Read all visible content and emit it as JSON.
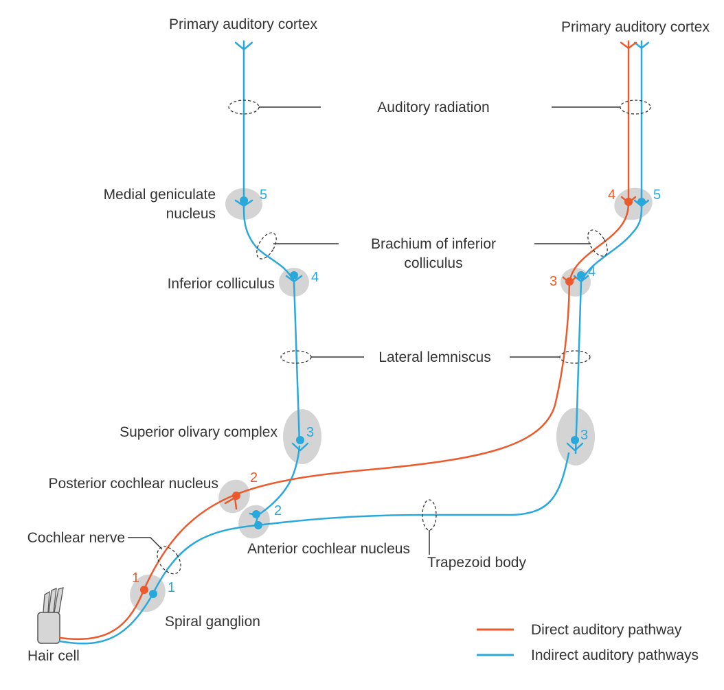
{
  "labels": {
    "cortex_left": "Primary auditory cortex",
    "cortex_right": "Primary auditory cortex",
    "auditory_radiation": "Auditory radiation",
    "medial_geniculate_1": "Medial geniculate",
    "medial_geniculate_2": "nucleus",
    "brachium_1": "Brachium of inferior",
    "brachium_2": "colliculus",
    "inferior_colliculus": "Inferior colliculus",
    "lateral_lemniscus": "Lateral lemniscus",
    "superior_olivary": "Superior olivary complex",
    "posterior_cochlear": "Posterior cochlear nucleus",
    "cochlear_nerve": "Cochlear nerve",
    "anterior_cochlear": "Anterior cochlear nucleus",
    "trapezoid_body": "Trapezoid body",
    "spiral_ganglion": "Spiral ganglion",
    "hair_cell": "Hair cell"
  },
  "numbers": {
    "n1_red": "1",
    "n1_blue": "1",
    "n2_red": "2",
    "n2_blue": "2",
    "n3_left_blue": "3",
    "n3_right_red": "3",
    "n3_right_blue": "3",
    "n4_left_blue": "4",
    "n4_right_red": "4",
    "n4_right_blue": "4",
    "n5_left_blue": "5",
    "n5_right_blue": "5"
  },
  "legend": {
    "direct": {
      "label": "Direct auditory pathway",
      "color": "#ec5a2c"
    },
    "indirect": {
      "label": "Indirect auditory pathways",
      "color": "#29a8dc"
    }
  },
  "colors": {
    "direct": "#ec5a2c",
    "indirect": "#29a8dc",
    "nucleus": "#d4d4d4",
    "text": "#333333"
  }
}
